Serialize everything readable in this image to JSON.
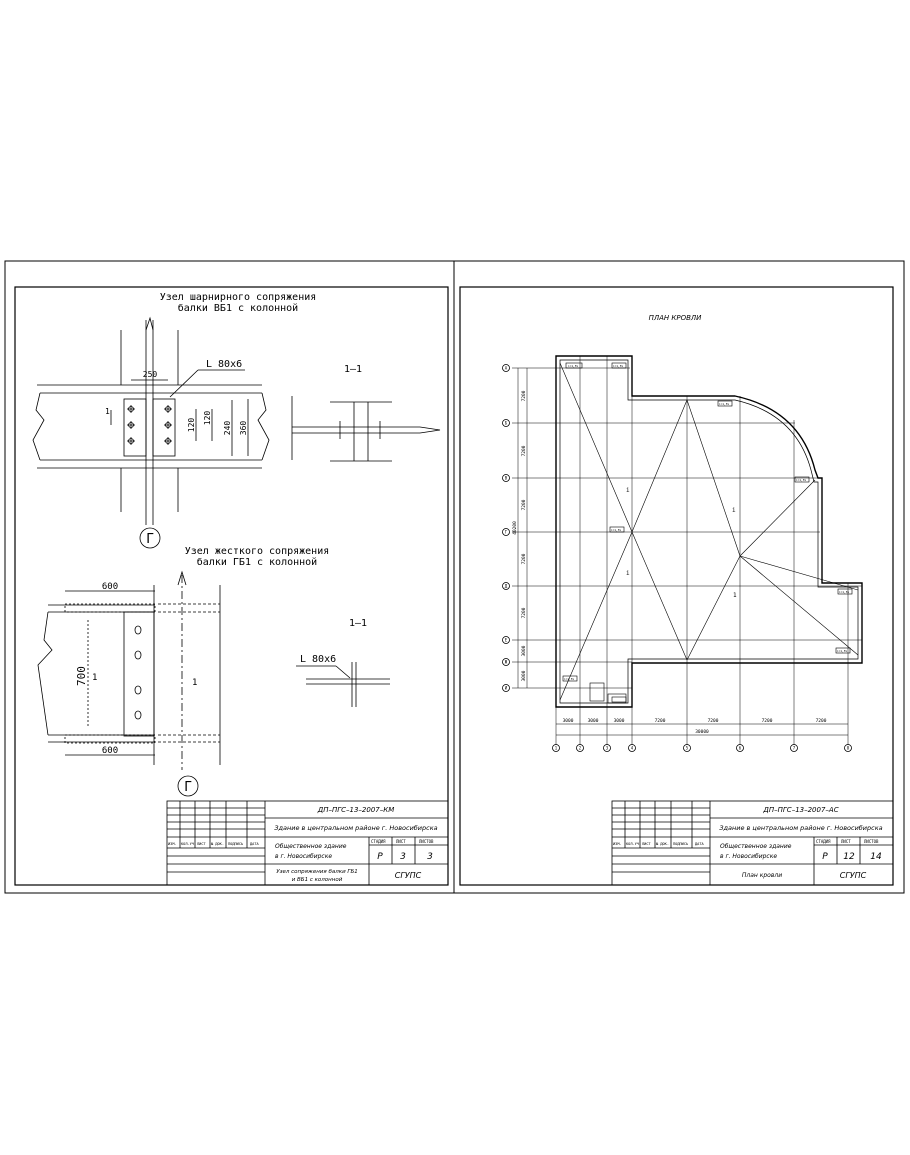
{
  "left_sheet": {
    "title_hinged": [
      "Узел шарнирного сопряжения",
      "балки ВБ1 с колонной"
    ],
    "angle_label": "L 80x6",
    "dim_250": "250",
    "dim_120a": "120",
    "dim_120b": "120",
    "dim_240": "240",
    "dim_360": "360",
    "section_mark": "1",
    "section_1_1": "1–1",
    "axis_G": "Г",
    "title_rigid": [
      "Узел жесткого сопряжения",
      "балки ГБ1 с колонной"
    ],
    "dim_600_top": "600",
    "dim_600_bot": "600",
    "dim_700": "700",
    "section_1_1_b": "1–1",
    "angle_label_b": "L 80x6",
    "stamp": {
      "code": "ДП–ПГС–13–2007–КМ",
      "project": "Здание в центральном районе г. Новосибирска",
      "cols": [
        "ИЗМ.",
        "КОЛ.УЧ.",
        "ЛИСТ",
        "№ ДОК.",
        "ПОДПИСЬ",
        "ДАТА"
      ],
      "building": [
        "Общественное здание",
        "в г. Новосибирске"
      ],
      "stage_hdr": "СТАДИЯ",
      "sheet_hdr": "ЛИСТ",
      "sheets_hdr": "ЛИСТОВ",
      "stage": "Р",
      "sheet": "3",
      "sheets": "3",
      "drawing": [
        "Узел сопряжения балки ГБ1",
        "и ВБ1 с колонной"
      ],
      "org": "СГУПС"
    }
  },
  "right_sheet": {
    "title": "ПЛАН КРОВЛИ",
    "row_axes": [
      "А",
      "Б",
      "В",
      "Г",
      "Д",
      "Е",
      "Ж",
      "И"
    ],
    "col_axes": [
      "1",
      "2",
      "3",
      "4",
      "5",
      "6",
      "7",
      "8"
    ],
    "row_dims": [
      "7200",
      "7200",
      "7200",
      "7200",
      "7200",
      "3000",
      "3000"
    ],
    "overall_height": "40200",
    "col_dims": [
      "3000",
      "3000",
      "3000",
      "7200",
      "7200",
      "7200",
      "7200"
    ],
    "overall_width": "30000",
    "drain_labels": [
      "i=1,5%",
      "i=1,5%",
      "i=1,5%",
      "i=1,5%",
      "i=1,5%",
      "i=1,5%",
      "i=1,5%",
      "i=1,5%"
    ],
    "slope_labels": [
      "i",
      "i",
      "1",
      "i"
    ],
    "stamp": {
      "code": "ДП–ПГС–13–2007–АС",
      "project": "Здание в центральном районе г. Новосибирска",
      "cols": [
        "ИЗМ.",
        "КОЛ.УЧ.",
        "ЛИСТ",
        "№ ДОК.",
        "ПОДПИСЬ",
        "ДАТА"
      ],
      "building": [
        "Общественное здание",
        "в г. Новосибирске"
      ],
      "stage_hdr": "СТАДИЯ",
      "sheet_hdr": "ЛИСТ",
      "sheets_hdr": "ЛИСТОВ",
      "stage": "Р",
      "sheet": "12",
      "sheets": "14",
      "drawing": [
        "План кровли"
      ],
      "org": "СГУПС"
    }
  }
}
